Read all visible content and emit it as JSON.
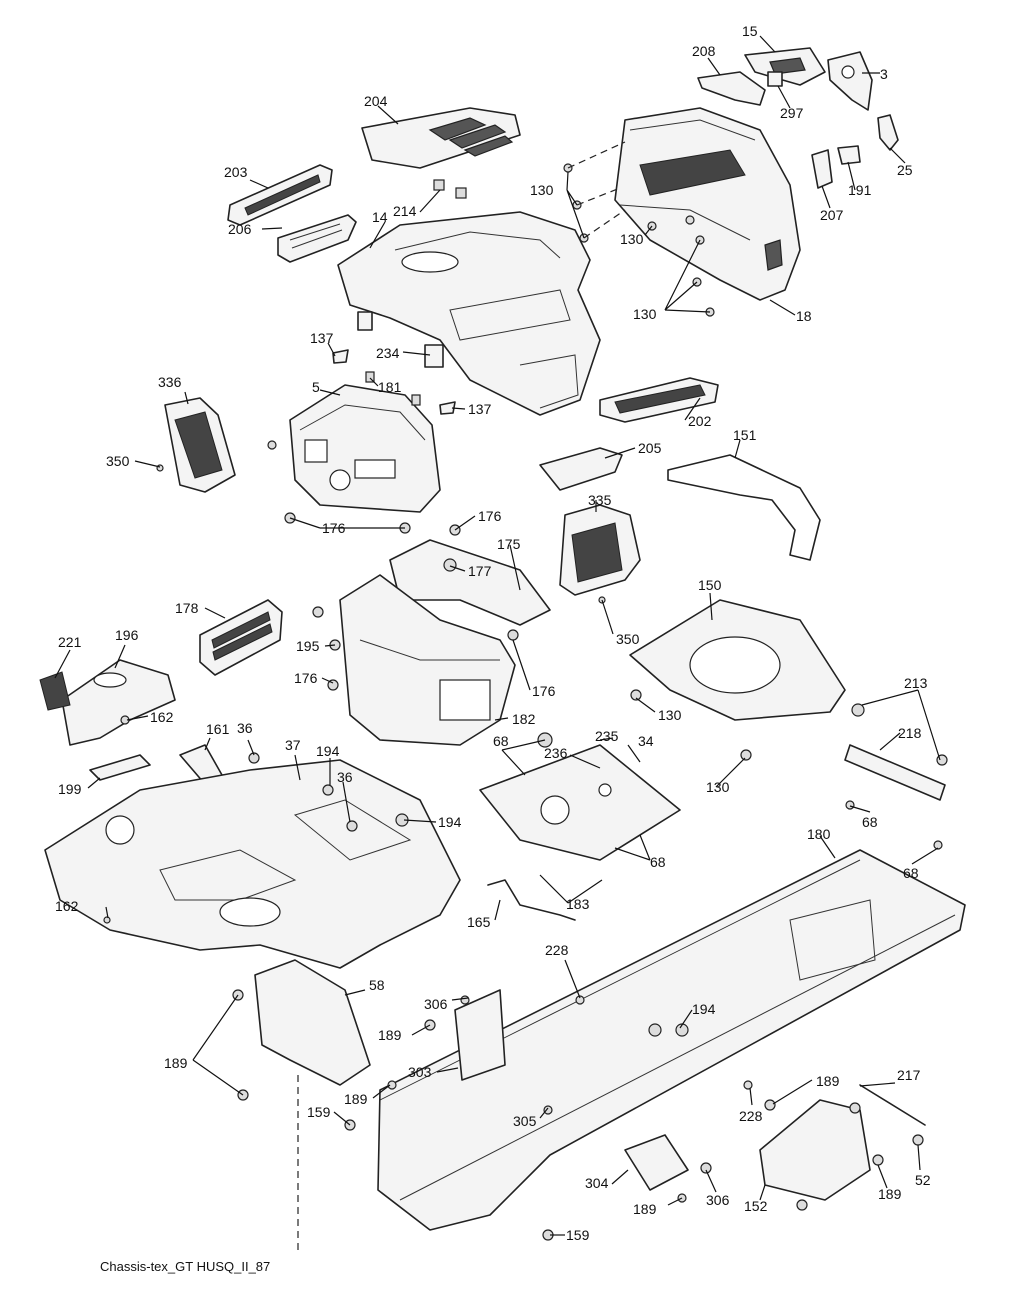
{
  "caption": "Chassis-tex_GT HUSQ_II_87",
  "labels": [
    {
      "key": "15",
      "text": "15"
    },
    {
      "key": "208",
      "text": "208"
    },
    {
      "key": "3",
      "text": "3"
    },
    {
      "key": "297",
      "text": "297"
    },
    {
      "key": "204",
      "text": "204"
    },
    {
      "key": "25",
      "text": "25"
    },
    {
      "key": "203",
      "text": "203"
    },
    {
      "key": "130a",
      "text": "130"
    },
    {
      "key": "191",
      "text": "191"
    },
    {
      "key": "207",
      "text": "207"
    },
    {
      "key": "214",
      "text": "214"
    },
    {
      "key": "14",
      "text": "14"
    },
    {
      "key": "130b",
      "text": "130"
    },
    {
      "key": "206",
      "text": "206"
    },
    {
      "key": "130c",
      "text": "130"
    },
    {
      "key": "18",
      "text": "18"
    },
    {
      "key": "137a",
      "text": "137"
    },
    {
      "key": "234",
      "text": "234"
    },
    {
      "key": "336",
      "text": "336"
    },
    {
      "key": "5",
      "text": "5"
    },
    {
      "key": "181",
      "text": "181"
    },
    {
      "key": "137b",
      "text": "137"
    },
    {
      "key": "202",
      "text": "202"
    },
    {
      "key": "151",
      "text": "151"
    },
    {
      "key": "205",
      "text": "205"
    },
    {
      "key": "350a",
      "text": "350"
    },
    {
      "key": "335",
      "text": "335"
    },
    {
      "key": "176a",
      "text": "176"
    },
    {
      "key": "176b",
      "text": "176"
    },
    {
      "key": "175",
      "text": "175"
    },
    {
      "key": "177",
      "text": "177"
    },
    {
      "key": "150",
      "text": "150"
    },
    {
      "key": "178",
      "text": "178"
    },
    {
      "key": "350b",
      "text": "350"
    },
    {
      "key": "221",
      "text": "221"
    },
    {
      "key": "196",
      "text": "196"
    },
    {
      "key": "195",
      "text": "195"
    },
    {
      "key": "176c",
      "text": "176"
    },
    {
      "key": "176d",
      "text": "176"
    },
    {
      "key": "213",
      "text": "213"
    },
    {
      "key": "130d",
      "text": "130"
    },
    {
      "key": "162a",
      "text": "162"
    },
    {
      "key": "182",
      "text": "182"
    },
    {
      "key": "161",
      "text": "161"
    },
    {
      "key": "36a",
      "text": "36"
    },
    {
      "key": "37",
      "text": "37"
    },
    {
      "key": "194a",
      "text": "194"
    },
    {
      "key": "68a",
      "text": "68"
    },
    {
      "key": "235",
      "text": "235"
    },
    {
      "key": "236",
      "text": "236"
    },
    {
      "key": "34",
      "text": "34"
    },
    {
      "key": "218",
      "text": "218"
    },
    {
      "key": "36b",
      "text": "36"
    },
    {
      "key": "199",
      "text": "199"
    },
    {
      "key": "130e",
      "text": "130"
    },
    {
      "key": "194b",
      "text": "194"
    },
    {
      "key": "68b",
      "text": "68"
    },
    {
      "key": "180",
      "text": "180"
    },
    {
      "key": "68c",
      "text": "68"
    },
    {
      "key": "68d",
      "text": "68"
    },
    {
      "key": "162b",
      "text": "162"
    },
    {
      "key": "183",
      "text": "183"
    },
    {
      "key": "165",
      "text": "165"
    },
    {
      "key": "228a",
      "text": "228"
    },
    {
      "key": "58",
      "text": "58"
    },
    {
      "key": "306a",
      "text": "306"
    },
    {
      "key": "194c",
      "text": "194"
    },
    {
      "key": "189a",
      "text": "189"
    },
    {
      "key": "189b",
      "text": "189"
    },
    {
      "key": "303",
      "text": "303"
    },
    {
      "key": "189c",
      "text": "189"
    },
    {
      "key": "217",
      "text": "217"
    },
    {
      "key": "189d",
      "text": "189"
    },
    {
      "key": "228b",
      "text": "228"
    },
    {
      "key": "159a",
      "text": "159"
    },
    {
      "key": "305",
      "text": "305"
    },
    {
      "key": "52",
      "text": "52"
    },
    {
      "key": "304",
      "text": "304"
    },
    {
      "key": "189e",
      "text": "189"
    },
    {
      "key": "306b",
      "text": "306"
    },
    {
      "key": "152",
      "text": "152"
    },
    {
      "key": "189f",
      "text": "189"
    },
    {
      "key": "159b",
      "text": "159"
    }
  ]
}
